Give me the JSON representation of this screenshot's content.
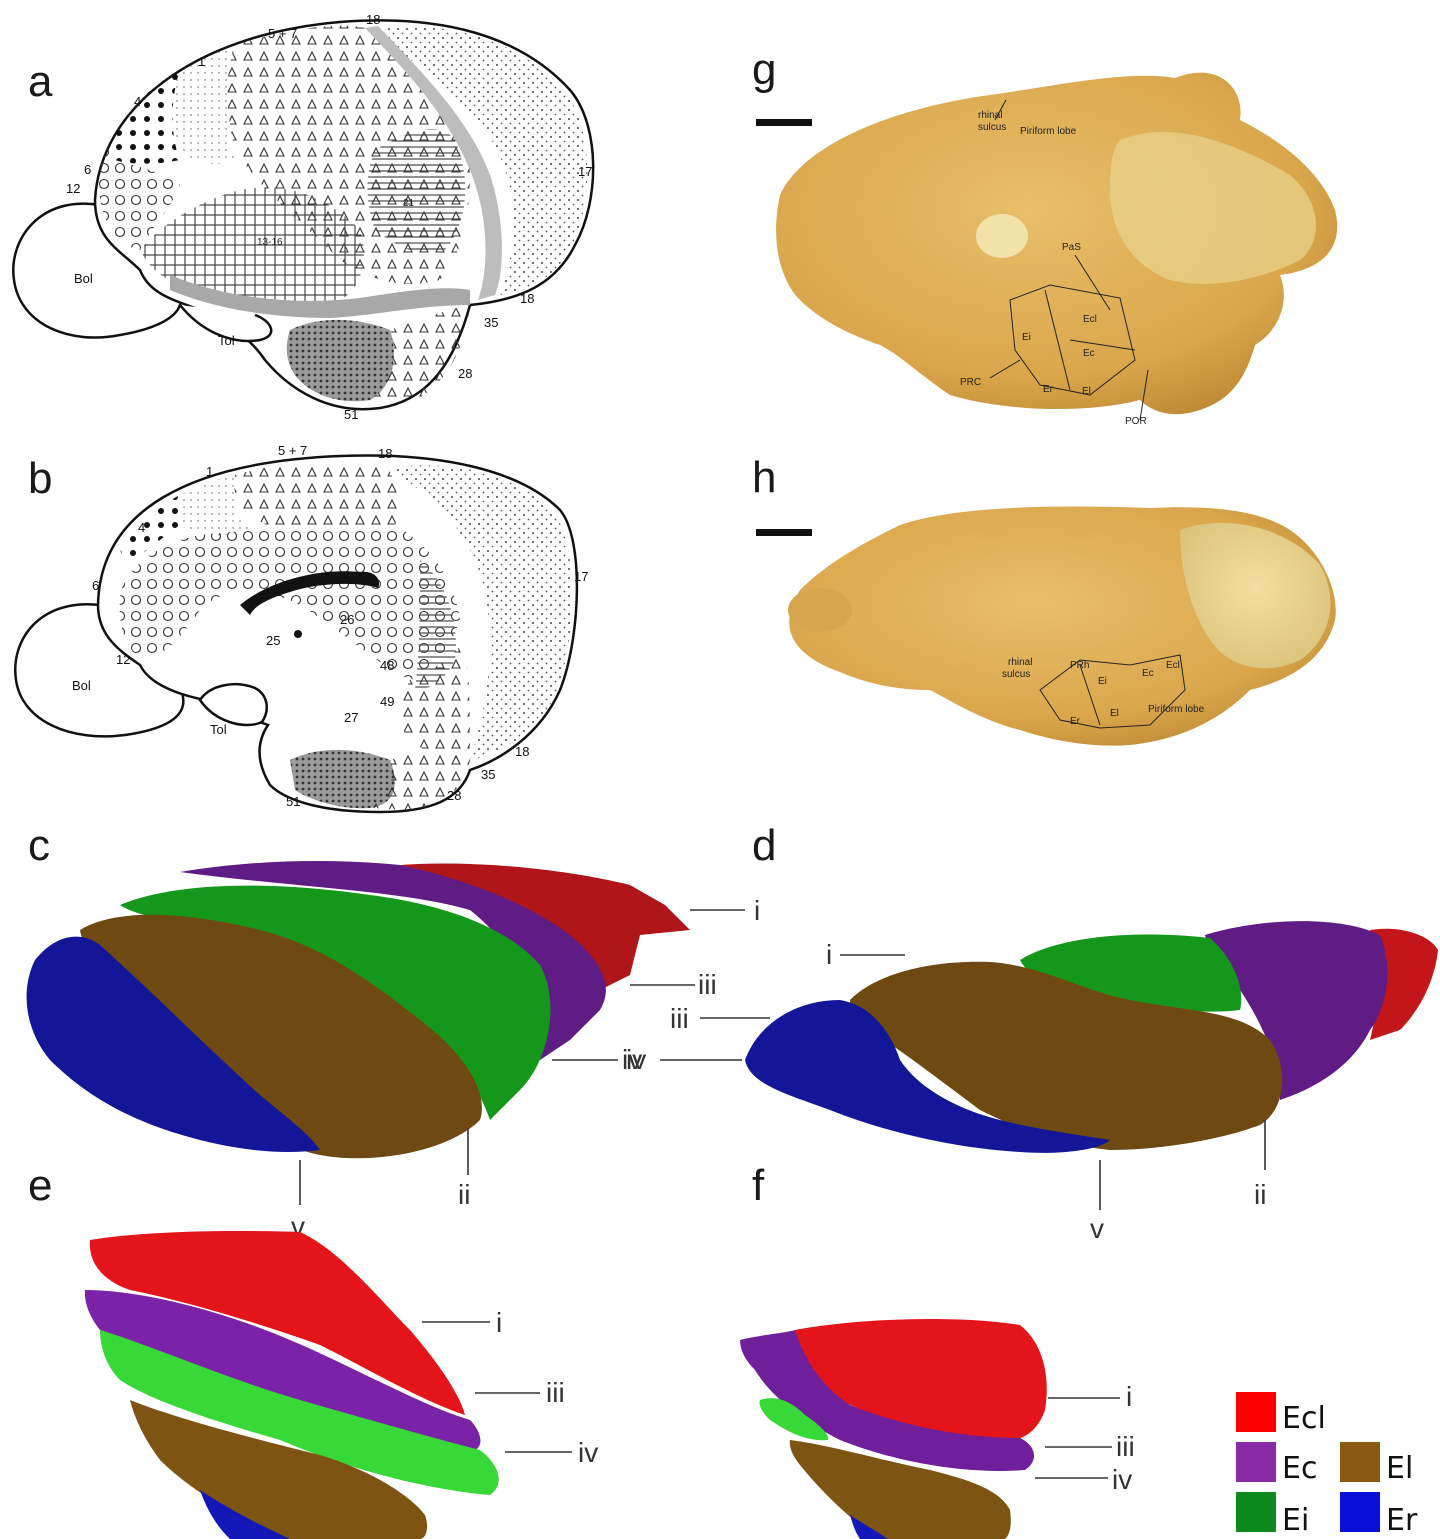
{
  "panels": {
    "a": "a",
    "b": "b",
    "c": "c",
    "d": "d",
    "e": "e",
    "f": "f",
    "g": "g",
    "h": "h"
  },
  "panel_a": {
    "areas": [
      "5 + 7",
      "18",
      "1",
      "4",
      "6",
      "12",
      "17",
      "21",
      "13-16",
      "18",
      "35",
      "28",
      "51"
    ],
    "bulb": "Bol",
    "tubercle": "Tol"
  },
  "panel_b": {
    "areas": [
      "5 + 7",
      "18",
      "1",
      "4",
      "6",
      "12",
      "17",
      "25",
      "26",
      "48",
      "49",
      "27",
      "18",
      "35",
      "28",
      "51"
    ],
    "bulb": "Bol",
    "tubercle": "Tol"
  },
  "panel_g": {
    "labels": [
      "rhinal",
      "sulcus",
      "Piriform lobe",
      "PaS",
      "Ecl",
      "Ei",
      "Ec",
      "PRC",
      "Er",
      "El",
      "POR"
    ]
  },
  "panel_h": {
    "labels": [
      "rhinal",
      "sulcus",
      "PRh",
      "Ei",
      "Ec",
      "Ecl",
      "Er",
      "El",
      "Piriform lobe"
    ]
  },
  "markers_c": [
    "i",
    "iii",
    "iv",
    "v",
    "ii"
  ],
  "markers_d": [
    "i",
    "iii",
    "iv",
    "v",
    "ii"
  ],
  "markers_e": [
    "i",
    "iii",
    "iv"
  ],
  "markers_f": [
    "i",
    "iii",
    "iv"
  ],
  "legend": [
    {
      "label": "Ecl",
      "color": "#ff0000"
    },
    {
      "label": "Ec",
      "color": "#8a2ca8"
    },
    {
      "label": "El",
      "color": "#8a5a12"
    },
    {
      "label": "Ei",
      "color": "#0c8a1e"
    },
    {
      "label": "Er",
      "color": "#0a10d8"
    }
  ],
  "colors": {
    "ecl": "#e3151b",
    "ec": "#6f1f9a",
    "ei": "#1fa31c",
    "el": "#7d5412",
    "er": "#1518b8",
    "ei_light": "#3ee23a",
    "tissue": "#e3b766"
  }
}
